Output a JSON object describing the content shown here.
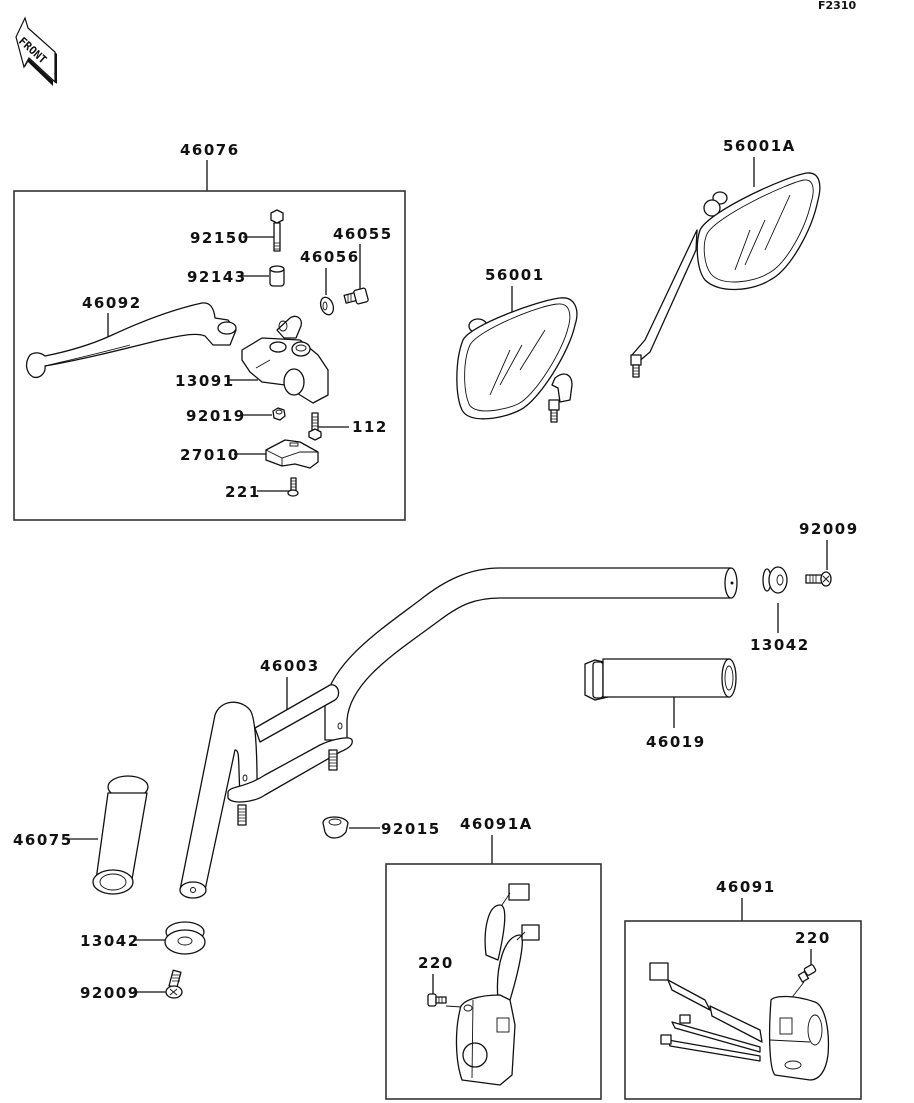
{
  "diagram": {
    "code": "F2310",
    "front_label": "FRONT",
    "groups": {
      "lever_assembly": "46076",
      "switch_left": "46091A",
      "switch_right": "46091"
    },
    "parts": {
      "p92150": "92150",
      "p92143": "92143",
      "p46055": "46055",
      "p46056": "46056",
      "p46092": "46092",
      "p13091": "13091",
      "p92019": "92019",
      "p112": "112",
      "p27010": "27010",
      "p221": "221",
      "p56001": "56001",
      "p56001A": "56001A",
      "p92009_right": "92009",
      "p13042_right": "13042",
      "p46003": "46003",
      "p46019": "46019",
      "p46075": "46075",
      "p92015": "92015",
      "p13042_left": "13042",
      "p92009_left": "92009",
      "p220_left": "220",
      "p220_right": "220"
    }
  }
}
